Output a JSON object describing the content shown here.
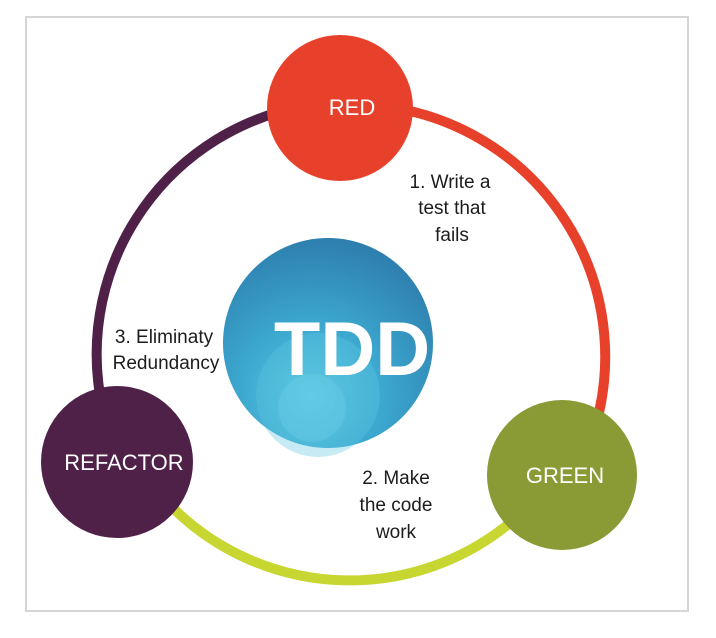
{
  "center": {
    "label": "TDD"
  },
  "nodes": [
    {
      "id": "red",
      "label": "RED",
      "color": "#e8412b"
    },
    {
      "id": "green",
      "label": "GREEN",
      "color": "#8a9a35"
    },
    {
      "id": "refactor",
      "label": "REFACTOR",
      "color": "#4f2149"
    }
  ],
  "steps": [
    {
      "lines": [
        "1. Write a",
        "test that",
        "fails"
      ]
    },
    {
      "lines": [
        "2. Make",
        "the code",
        "work"
      ]
    },
    {
      "lines": [
        "3. Eliminaty",
        "Redundancy"
      ]
    }
  ],
  "arc_colors": {
    "red_to_green": "#e8412b",
    "green_to_refactor": "#c8d631",
    "refactor_to_red": "#4f2149"
  }
}
